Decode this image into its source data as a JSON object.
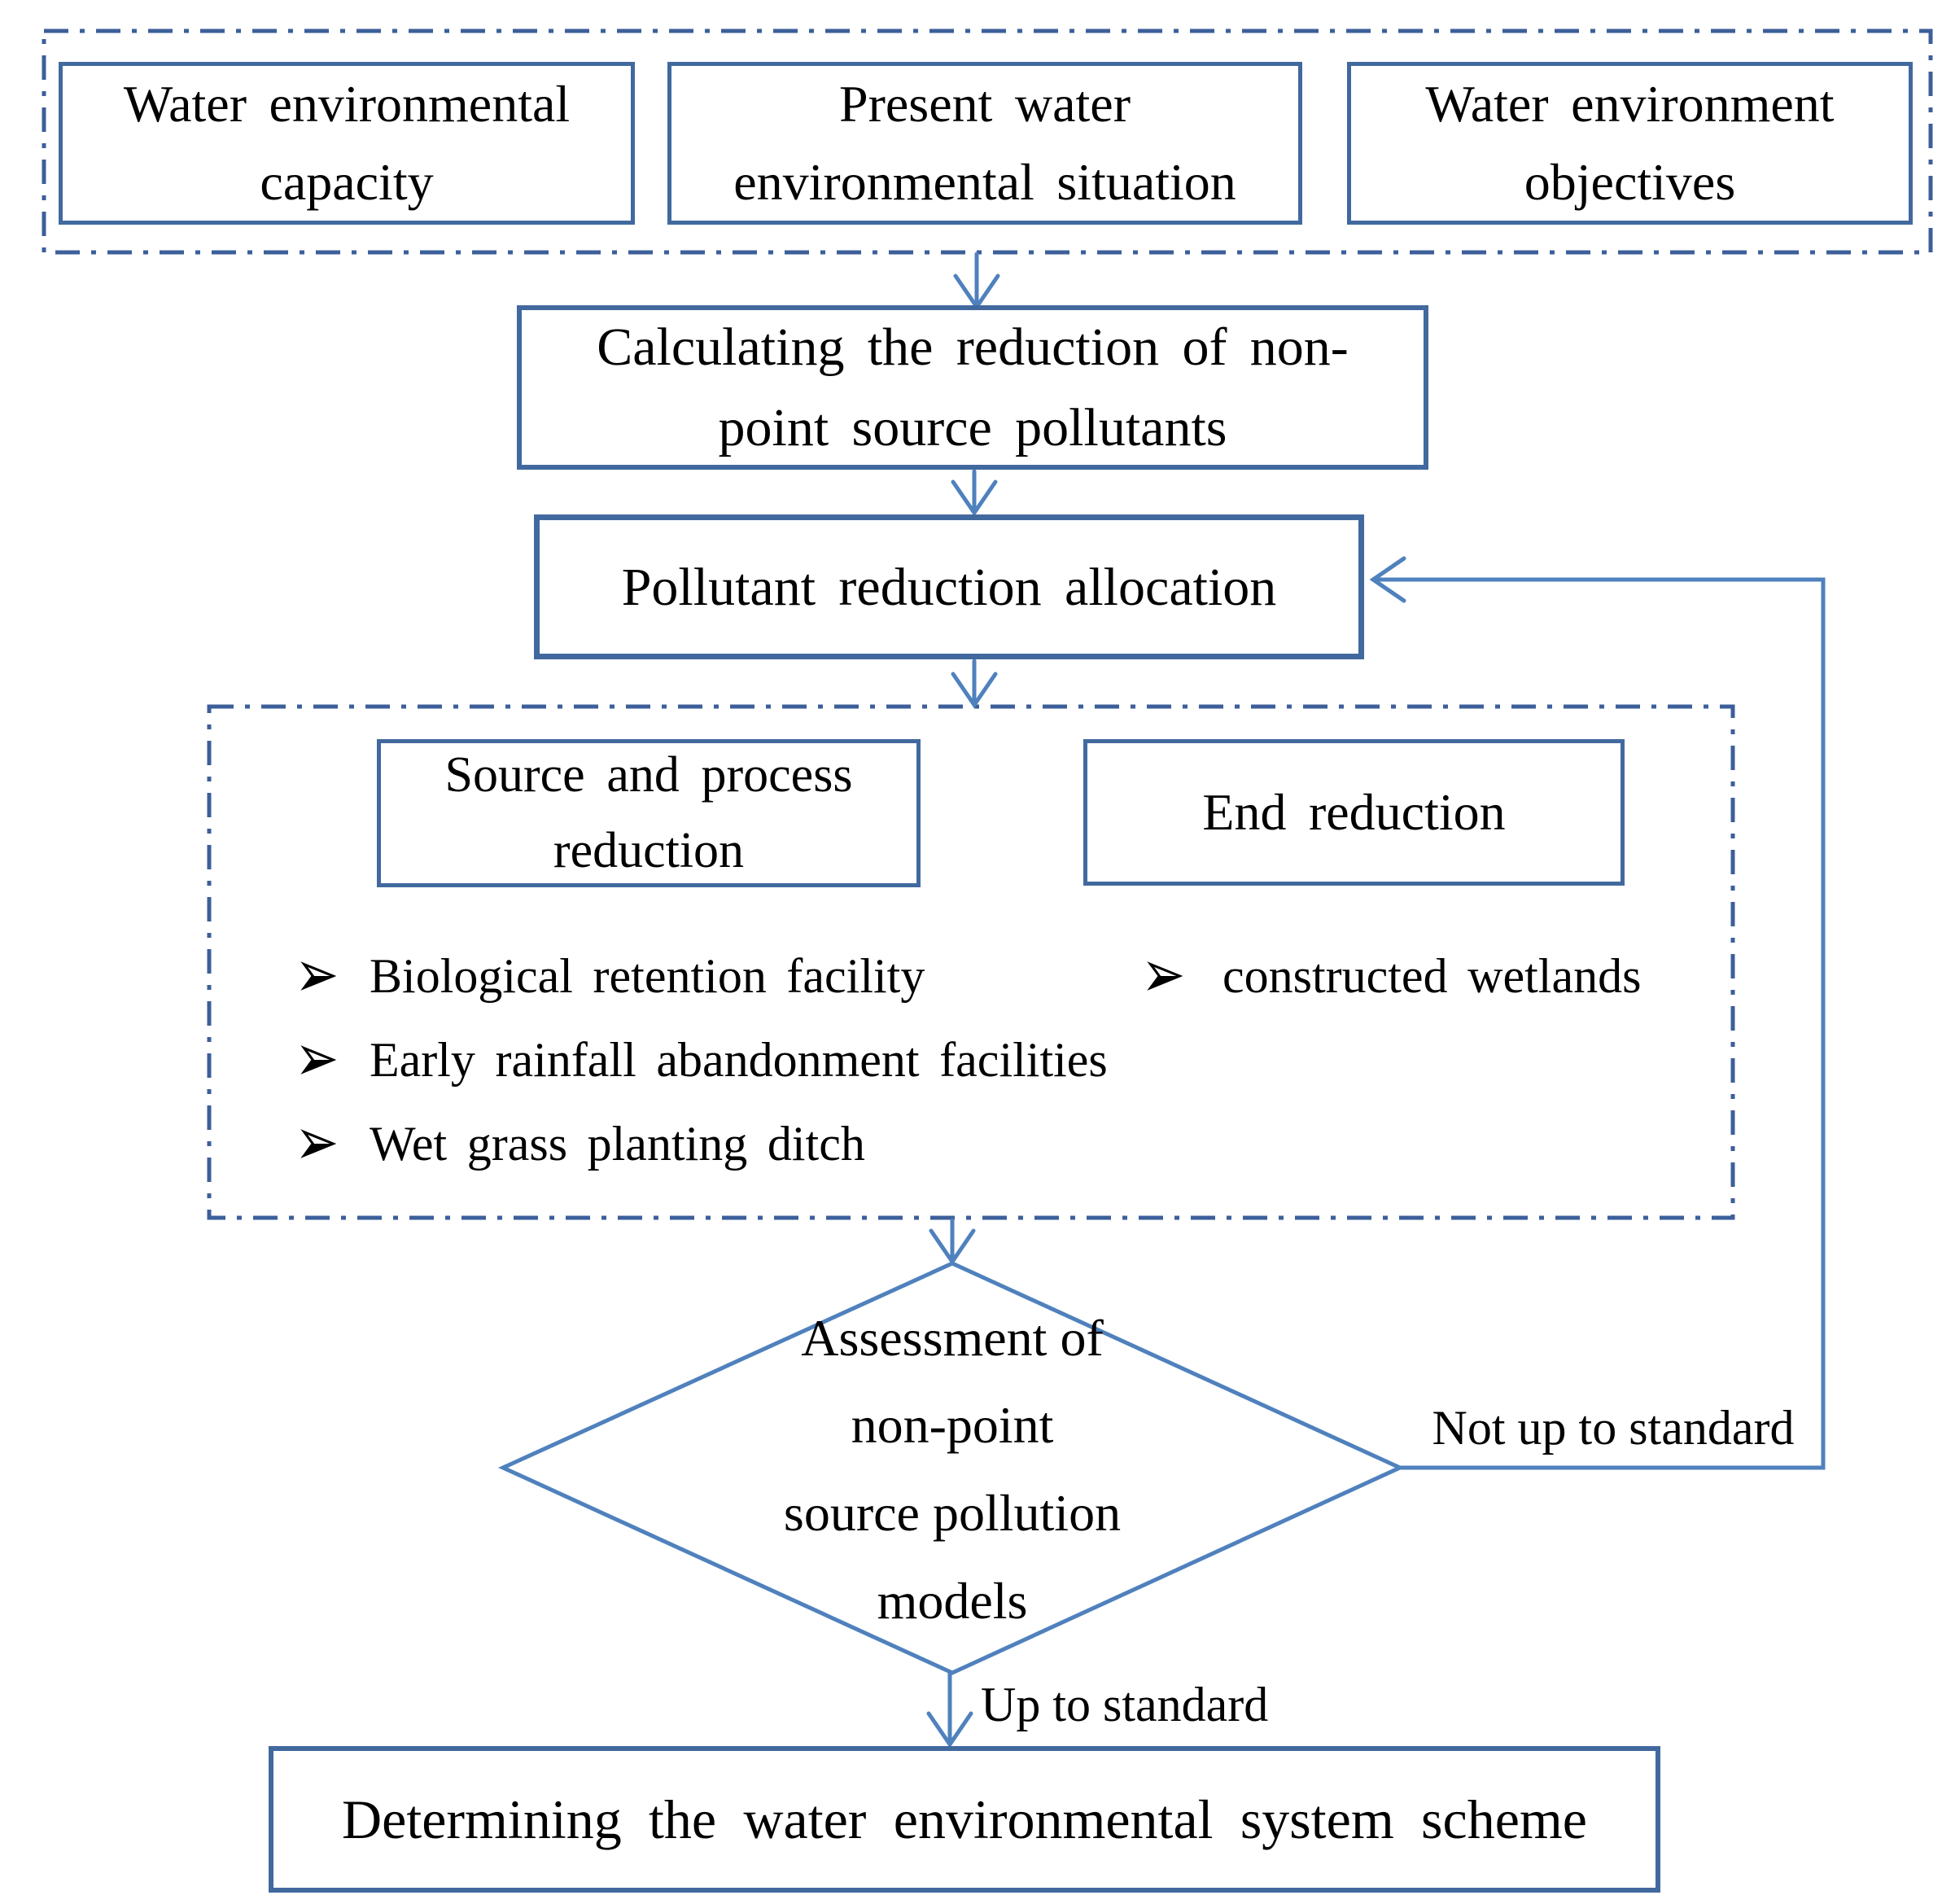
{
  "colors": {
    "box_border": "#41699e",
    "dash_border": "#3c5f9a",
    "arrow": "#4f81bd",
    "text": "#000000"
  },
  "inputs_group": {
    "boxes": [
      {
        "lines": [
          "Water environmental",
          "capacity"
        ]
      },
      {
        "lines": [
          "Present water",
          "environmental situation"
        ]
      },
      {
        "lines": [
          "Water environment",
          "objectives"
        ]
      }
    ]
  },
  "calc_box": {
    "lines": [
      "Calculating the reduction of non-",
      "point source pollutants"
    ]
  },
  "allocation_box": {
    "label": "Pollutant reduction allocation"
  },
  "reduction_group": {
    "source_box": {
      "lines": [
        "Source and process",
        "reduction"
      ]
    },
    "end_box": {
      "label": "End reduction"
    },
    "source_items": [
      "Biological retention facility",
      "Early rainfall abandonment facilities",
      "Wet grass planting ditch"
    ],
    "end_items": [
      "constructed wetlands"
    ]
  },
  "decision": {
    "lines": [
      "Assessment of",
      "non-point",
      "source pollution",
      "models"
    ]
  },
  "edges": {
    "fail_label": "Not up to standard",
    "pass_label": "Up to standard"
  },
  "final_box": {
    "label": "Determining the water environmental system scheme"
  }
}
